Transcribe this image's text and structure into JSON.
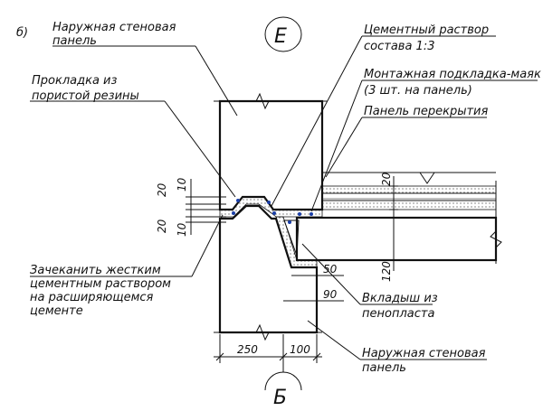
{
  "variant_label": "б)",
  "axis_top": "Е",
  "axis_bottom": "Б",
  "labels": {
    "outer_panel_top_1": "Наружная стеновая",
    "outer_panel_top_2": "панель",
    "gasket_1": "Прокладка из",
    "gasket_2": "пористой резины",
    "caulk_1": "Зачеканить жестким",
    "caulk_2": "цементным раствором",
    "caulk_3": "на расширяющемся",
    "caulk_4": "цементе",
    "mortar_1": "Цементный раствор",
    "mortar_2": "состава 1:3",
    "pad_1": "Монтажная подкладка-маяк",
    "pad_2": "(3 шт. на панель)",
    "slab": "Панель перекрытия",
    "inserts_1": "Вкладыш из",
    "inserts_2": "пенопласта",
    "outer_panel_bottom_1": "Наружная стеновая",
    "outer_panel_bottom_2": "панель"
  },
  "dimensions": {
    "d20_top": "20",
    "d10_top": "10",
    "d20_bottom": "20",
    "d10_bottom": "10",
    "d20_slab": "20",
    "d120": "120",
    "d50": "50",
    "d90": "90",
    "d250": "250",
    "d100": "100"
  },
  "colors": {
    "line": "#111111",
    "background": "#ffffff"
  }
}
